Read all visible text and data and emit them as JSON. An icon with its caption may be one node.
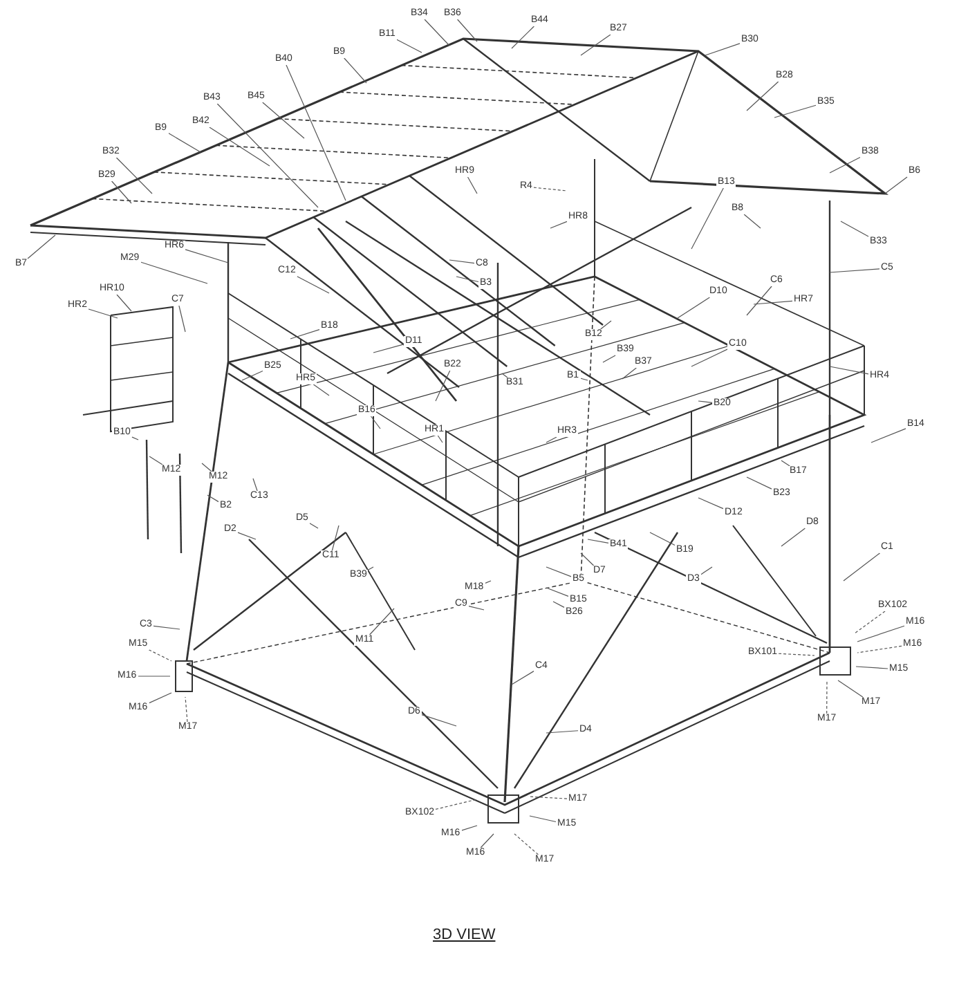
{
  "diagram": {
    "title": "3D VIEW",
    "nodes": [
      {
        "text": [
          "B34"
        ]
      },
      {
        "text": [
          "B36"
        ]
      },
      {
        "text": [
          "B44"
        ]
      },
      {
        "text": [
          "B27"
        ]
      },
      {
        "text": [
          "B11"
        ]
      },
      {
        "text": [
          "B30"
        ]
      },
      {
        "text": [
          "B40"
        ]
      },
      {
        "text": [
          "B9"
        ]
      },
      {
        "text": [
          "B28"
        ]
      },
      {
        "text": [
          "B43"
        ]
      },
      {
        "text": [
          "B45"
        ]
      },
      {
        "text": [
          "B35"
        ]
      },
      {
        "text": [
          "B42"
        ]
      },
      {
        "text": [
          "B9"
        ]
      },
      {
        "text": [
          "B38"
        ]
      },
      {
        "text": [
          "B32"
        ]
      },
      {
        "text": [
          "B6"
        ]
      },
      {
        "text": [
          "HR9"
        ]
      },
      {
        "text": [
          "B29"
        ]
      },
      {
        "text": [
          "R4"
        ]
      },
      {
        "text": [
          "B13"
        ]
      },
      {
        "text": [
          "HR8"
        ]
      },
      {
        "text": [
          "B8"
        ]
      },
      {
        "text": [
          "B7"
        ]
      },
      {
        "text": [
          "B33"
        ]
      },
      {
        "text": [
          "HR6"
        ]
      },
      {
        "text": [
          "C8"
        ]
      },
      {
        "text": [
          "C5"
        ]
      },
      {
        "text": [
          "M29"
        ]
      },
      {
        "text": [
          "B3"
        ]
      },
      {
        "text": [
          "C6"
        ]
      },
      {
        "text": [
          "C12"
        ]
      },
      {
        "text": [
          "C7"
        ]
      },
      {
        "text": [
          "D10"
        ]
      },
      {
        "text": [
          "HR7"
        ]
      },
      {
        "text": [
          "HR10"
        ]
      },
      {
        "text": [
          "HR2"
        ]
      },
      {
        "text": [
          "B18"
        ]
      },
      {
        "text": [
          "B12"
        ]
      },
      {
        "text": [
          "D11"
        ]
      },
      {
        "text": [
          "C10"
        ]
      },
      {
        "text": [
          "B39"
        ]
      },
      {
        "text": [
          "B22"
        ]
      },
      {
        "text": [
          "B37"
        ]
      },
      {
        "text": [
          "B25"
        ]
      },
      {
        "text": [
          "B1"
        ]
      },
      {
        "text": [
          "B31"
        ]
      },
      {
        "text": [
          "HR5"
        ]
      },
      {
        "text": [
          "HR4"
        ]
      },
      {
        "text": [
          "B20"
        ]
      },
      {
        "text": [
          "B16"
        ]
      },
      {
        "text": [
          "B14"
        ]
      },
      {
        "text": [
          "HR1"
        ]
      },
      {
        "text": [
          "HR3"
        ]
      },
      {
        "text": [
          "B10"
        ]
      },
      {
        "text": [
          "M12"
        ]
      },
      {
        "text": [
          "B17"
        ]
      },
      {
        "text": [
          "M12"
        ]
      },
      {
        "text": [
          "B2"
        ]
      },
      {
        "text": [
          "C13"
        ]
      },
      {
        "text": [
          "B23"
        ]
      },
      {
        "text": [
          "D12"
        ]
      },
      {
        "text": [
          "D5"
        ]
      },
      {
        "text": [
          "D8"
        ]
      },
      {
        "text": [
          "D2"
        ]
      },
      {
        "text": [
          "C11"
        ]
      },
      {
        "text": [
          "B41"
        ]
      },
      {
        "text": [
          "B19"
        ]
      },
      {
        "text": [
          "B5"
        ]
      },
      {
        "text": [
          "D7"
        ]
      },
      {
        "text": [
          "B39"
        ]
      },
      {
        "text": [
          "D3"
        ]
      },
      {
        "text": [
          "C1"
        ]
      },
      {
        "text": [
          "M18"
        ]
      },
      {
        "text": [
          "C9"
        ]
      },
      {
        "text": [
          "B15"
        ]
      },
      {
        "text": [
          "B26"
        ]
      },
      {
        "text": [
          "M11"
        ]
      },
      {
        "text": [
          "C3"
        ]
      },
      {
        "text": [
          "BX102"
        ]
      },
      {
        "text": [
          "M16"
        ]
      },
      {
        "text": [
          "M15"
        ]
      },
      {
        "text": [
          "BX101"
        ]
      },
      {
        "text": [
          "M16"
        ]
      },
      {
        "text": [
          "M15"
        ]
      },
      {
        "text": [
          "C4"
        ]
      },
      {
        "text": [
          "M16"
        ]
      },
      {
        "text": [
          "M16"
        ]
      },
      {
        "text": [
          "M17"
        ]
      },
      {
        "text": [
          "M17"
        ]
      },
      {
        "text": [
          "D6"
        ]
      },
      {
        "text": [
          "M17"
        ]
      },
      {
        "text": [
          "D4"
        ]
      },
      {
        "text": [
          "BX102"
        ]
      },
      {
        "text": [
          "M16"
        ]
      },
      {
        "text": [
          "M17"
        ]
      },
      {
        "text": [
          "M15"
        ]
      },
      {
        "text": [
          "M16"
        ]
      },
      {
        "text": [
          "M17"
        ]
      }
    ],
    "edges": [
      {
        "from": 0,
        "to": null,
        "arrow": "none"
      },
      {
        "from": 1,
        "to": null,
        "arrow": "none"
      },
      {
        "from": 2,
        "to": null,
        "arrow": "none"
      },
      {
        "from": 3,
        "to": null,
        "arrow": "none"
      },
      {
        "from": 4,
        "to": null,
        "arrow": "none"
      },
      {
        "from": 5,
        "to": null,
        "arrow": "none"
      },
      {
        "from": 6,
        "to": null,
        "arrow": "none"
      },
      {
        "from": 7,
        "to": null,
        "arrow": "none"
      },
      {
        "from": 8,
        "to": null,
        "arrow": "none"
      },
      {
        "from": 9,
        "to": null,
        "arrow": "none"
      },
      {
        "from": 10,
        "to": null,
        "arrow": "none"
      },
      {
        "from": 11,
        "to": null,
        "arrow": "none"
      },
      {
        "from": 12,
        "to": null,
        "arrow": "none"
      },
      {
        "from": 13,
        "to": null,
        "arrow": "none"
      },
      {
        "from": 14,
        "to": null,
        "arrow": "none"
      },
      {
        "from": 15,
        "to": null,
        "arrow": "none"
      },
      {
        "from": 16,
        "to": null,
        "arrow": "none"
      },
      {
        "from": 17,
        "to": null,
        "arrow": "none"
      },
      {
        "from": 18,
        "to": null,
        "arrow": "none"
      },
      {
        "from": 19,
        "to": null,
        "arrow": "none",
        "style": "dashed"
      },
      {
        "from": 20,
        "to": null,
        "arrow": "none"
      },
      {
        "from": 21,
        "to": null,
        "arrow": "none"
      },
      {
        "from": 22,
        "to": null,
        "arrow": "none"
      },
      {
        "from": 23,
        "to": null,
        "arrow": "none"
      },
      {
        "from": 24,
        "to": null,
        "arrow": "none"
      },
      {
        "from": 25,
        "to": null,
        "arrow": "none"
      },
      {
        "from": 26,
        "to": null,
        "arrow": "none"
      },
      {
        "from": 27,
        "to": null,
        "arrow": "none"
      },
      {
        "from": 28,
        "to": null,
        "arrow": "none"
      },
      {
        "from": 29,
        "to": null,
        "arrow": "none"
      },
      {
        "from": 30,
        "to": null,
        "arrow": "none"
      },
      {
        "from": 31,
        "to": null,
        "arrow": "none"
      },
      {
        "from": 32,
        "to": null,
        "arrow": "none"
      },
      {
        "from": 33,
        "to": null,
        "arrow": "none"
      },
      {
        "from": 34,
        "to": null,
        "arrow": "none"
      },
      {
        "from": 35,
        "to": null,
        "arrow": "none"
      },
      {
        "from": 36,
        "to": null,
        "arrow": "none"
      },
      {
        "from": 37,
        "to": null,
        "arrow": "none"
      },
      {
        "from": 38,
        "to": null,
        "arrow": "none"
      },
      {
        "from": 39,
        "to": null,
        "arrow": "none"
      },
      {
        "from": 40,
        "to": null,
        "arrow": "none"
      },
      {
        "from": 41,
        "to": null,
        "arrow": "none"
      },
      {
        "from": 42,
        "to": null,
        "arrow": "none"
      },
      {
        "from": 43,
        "to": null,
        "arrow": "none"
      },
      {
        "from": 44,
        "to": null,
        "arrow": "none"
      },
      {
        "from": 45,
        "to": null,
        "arrow": "none"
      },
      {
        "from": 46,
        "to": null,
        "arrow": "none"
      },
      {
        "from": 47,
        "to": null,
        "arrow": "none"
      },
      {
        "from": 48,
        "to": null,
        "arrow": "none"
      },
      {
        "from": 49,
        "to": null,
        "arrow": "none"
      },
      {
        "from": 50,
        "to": null,
        "arrow": "none"
      },
      {
        "from": 51,
        "to": null,
        "arrow": "none"
      },
      {
        "from": 52,
        "to": null,
        "arrow": "none"
      },
      {
        "from": 53,
        "to": null,
        "arrow": "none"
      },
      {
        "from": 54,
        "to": null,
        "arrow": "none"
      },
      {
        "from": 55,
        "to": null,
        "arrow": "none"
      },
      {
        "from": 56,
        "to": null,
        "arrow": "none"
      },
      {
        "from": 57,
        "to": null,
        "arrow": "none"
      },
      {
        "from": 58,
        "to": null,
        "arrow": "none"
      },
      {
        "from": 59,
        "to": null,
        "arrow": "none"
      },
      {
        "from": 60,
        "to": null,
        "arrow": "none"
      },
      {
        "from": 61,
        "to": null,
        "arrow": "none"
      },
      {
        "from": 62,
        "to": null,
        "arrow": "none"
      },
      {
        "from": 63,
        "to": null,
        "arrow": "none"
      },
      {
        "from": 64,
        "to": null,
        "arrow": "none"
      },
      {
        "from": 65,
        "to": null,
        "arrow": "none"
      },
      {
        "from": 66,
        "to": null,
        "arrow": "none"
      },
      {
        "from": 67,
        "to": null,
        "arrow": "none"
      },
      {
        "from": 68,
        "to": null,
        "arrow": "none"
      },
      {
        "from": 69,
        "to": null,
        "arrow": "none"
      },
      {
        "from": 70,
        "to": null,
        "arrow": "none"
      },
      {
        "from": 71,
        "to": null,
        "arrow": "none"
      },
      {
        "from": 72,
        "to": null,
        "arrow": "none"
      },
      {
        "from": 73,
        "to": null,
        "arrow": "none"
      },
      {
        "from": 74,
        "to": null,
        "arrow": "none"
      },
      {
        "from": 75,
        "to": null,
        "arrow": "none"
      },
      {
        "from": 76,
        "to": null,
        "arrow": "none"
      },
      {
        "from": 77,
        "to": null,
        "arrow": "none"
      },
      {
        "from": 78,
        "to": null,
        "arrow": "none"
      },
      {
        "from": 79,
        "to": null,
        "arrow": "none",
        "style": "dashed"
      },
      {
        "from": 80,
        "to": null,
        "arrow": "none"
      },
      {
        "from": 81,
        "to": null,
        "arrow": "none",
        "style": "dashed"
      },
      {
        "from": 82,
        "to": null,
        "arrow": "none",
        "style": "dashed"
      },
      {
        "from": 83,
        "to": null,
        "arrow": "none",
        "style": "dashed"
      },
      {
        "from": 84,
        "to": null,
        "arrow": "none"
      },
      {
        "from": 85,
        "to": null,
        "arrow": "none"
      },
      {
        "from": 86,
        "to": null,
        "arrow": "none"
      },
      {
        "from": 87,
        "to": null,
        "arrow": "none"
      },
      {
        "from": 88,
        "to": null,
        "arrow": "none"
      },
      {
        "from": 89,
        "to": null,
        "arrow": "none",
        "style": "dashed"
      },
      {
        "from": 90,
        "to": null,
        "arrow": "none"
      },
      {
        "from": 91,
        "to": null,
        "arrow": "none",
        "style": "dashed"
      },
      {
        "from": 92,
        "to": null,
        "arrow": "none"
      },
      {
        "from": 93,
        "to": null,
        "arrow": "none",
        "style": "dashed"
      },
      {
        "from": 94,
        "to": null,
        "arrow": "none"
      },
      {
        "from": 95,
        "to": null,
        "arrow": "none",
        "style": "dashed"
      },
      {
        "from": 96,
        "to": null,
        "arrow": "none"
      },
      {
        "from": 97,
        "to": null,
        "arrow": "none"
      },
      {
        "from": 98,
        "to": null,
        "arrow": "none",
        "style": "dashed"
      }
    ]
  }
}
